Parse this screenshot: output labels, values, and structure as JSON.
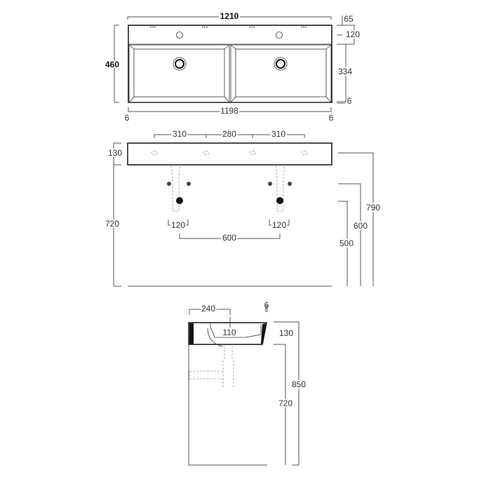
{
  "top_view": {
    "overall_width": "1210",
    "overall_depth": "460",
    "deck_offset": "65",
    "deck_depth": "120",
    "basin_depth": "334",
    "rim_bottom": "6",
    "inner_width": "1198",
    "side_left": "6",
    "side_right": "6"
  },
  "front_view": {
    "hole_spacing_1": "310",
    "hole_spacing_2": "280",
    "hole_spacing_3": "310",
    "basin_height": "130",
    "mount_height": "720",
    "height_790": "790",
    "height_600": "600",
    "height_500": "500",
    "fixing_left": "120",
    "fixing_right": "120",
    "waste_spacing": "600"
  },
  "side_view": {
    "depth_240": "240",
    "rim_6": "6",
    "bowl_110": "110",
    "basin_130": "130",
    "total_850": "850",
    "mount_720": "720"
  }
}
